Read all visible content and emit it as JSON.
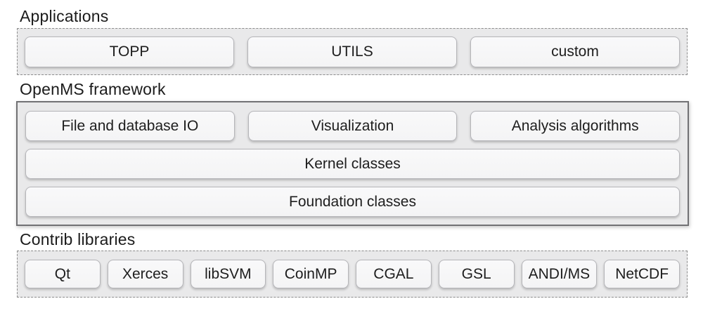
{
  "layers": {
    "applications": {
      "label": "Applications",
      "items": [
        "TOPP",
        "UTILS",
        "custom"
      ]
    },
    "framework": {
      "label": "OpenMS framework",
      "top_row": [
        "File and database IO",
        "Visualization",
        "Analysis algorithms"
      ],
      "full_rows": [
        "Kernel classes",
        "Foundation classes"
      ]
    },
    "contrib": {
      "label": "Contrib libraries",
      "items": [
        "Qt",
        "Xerces",
        "libSVM",
        "CoinMP",
        "CGAL",
        "GSL",
        "ANDI/MS",
        "NetCDF"
      ]
    }
  },
  "colors": {
    "page_background": "#ffffff",
    "container_fill": "#e9e9ea",
    "dashed_border": "#8c8c8c",
    "framework_border": "#717174",
    "node_fill": "#f7f7f8",
    "node_border": "#b5b5b9",
    "text": "#1b1b1b"
  }
}
